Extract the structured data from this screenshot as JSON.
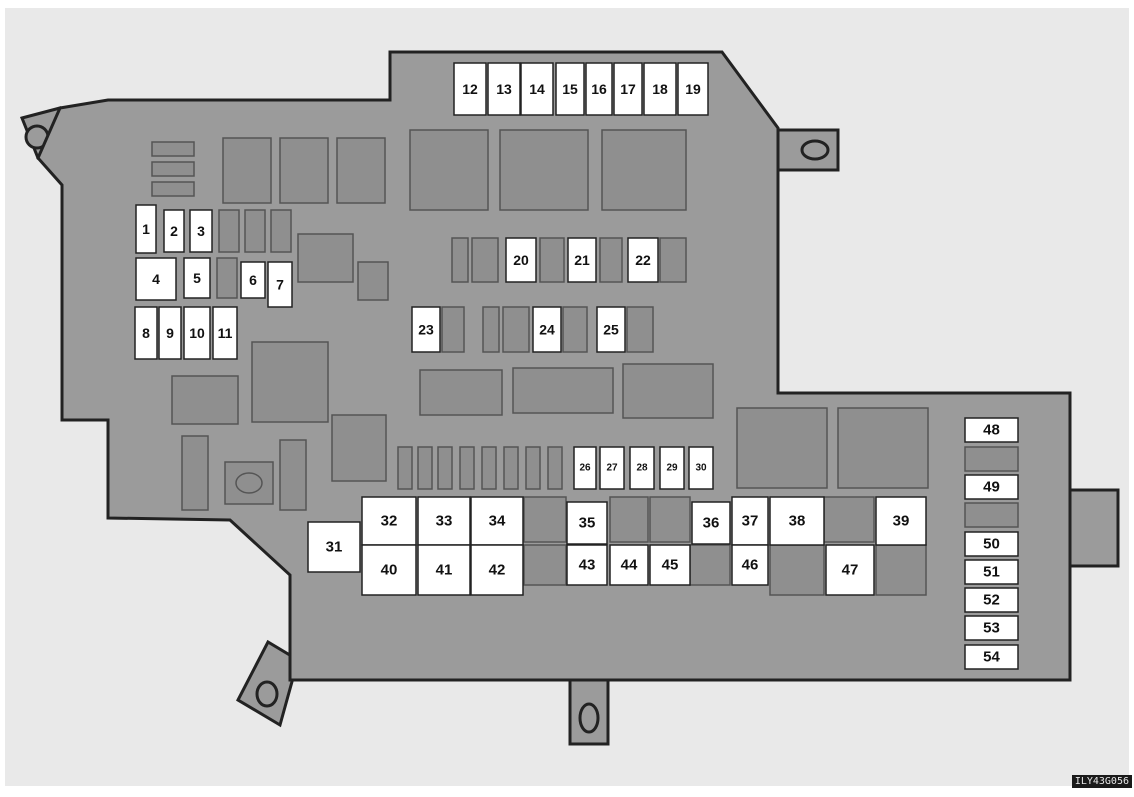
{
  "diagram": {
    "code": "ILY43G056",
    "fuses": [
      "1",
      "2",
      "3",
      "4",
      "5",
      "6",
      "7",
      "8",
      "9",
      "10",
      "11",
      "12",
      "13",
      "14",
      "15",
      "16",
      "17",
      "18",
      "19",
      "20",
      "21",
      "22",
      "23",
      "24",
      "25",
      "26",
      "27",
      "28",
      "29",
      "30",
      "31",
      "32",
      "33",
      "34",
      "35",
      "36",
      "37",
      "38",
      "39",
      "40",
      "41",
      "42",
      "43",
      "44",
      "45",
      "46",
      "47",
      "48",
      "49",
      "50",
      "51",
      "52",
      "53",
      "54"
    ]
  },
  "colors": {
    "background": "#e9e9e9",
    "body": "#9b9b9b",
    "slot": "#8e8e8e",
    "fuse": "#ffffff",
    "outline": "#222222"
  }
}
